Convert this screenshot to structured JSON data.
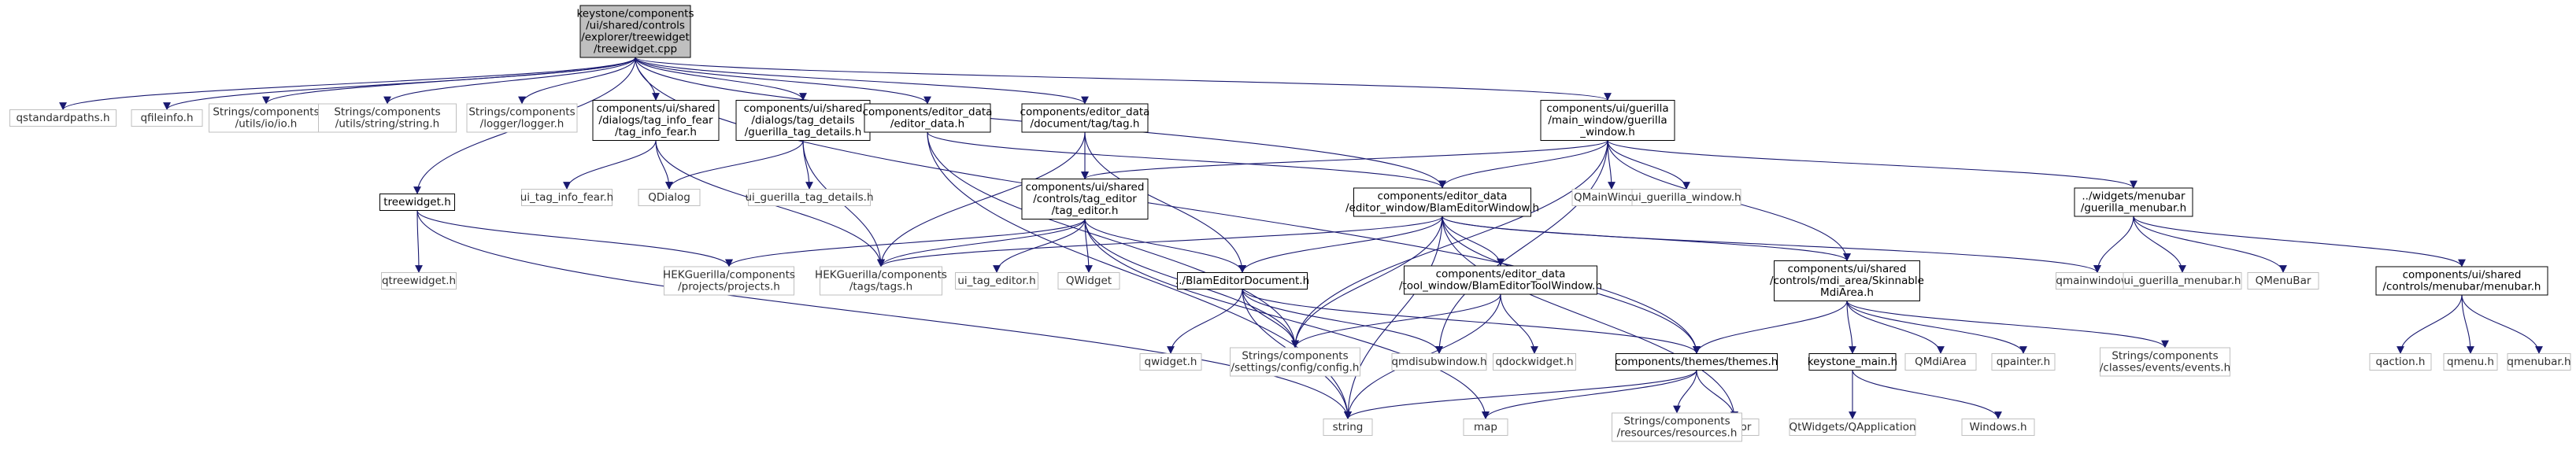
{
  "root": "keystone/components/ui/shared/controls/explorer/treewidget/treewidget.cpp",
  "nodes": [
    {
      "id": "root",
      "lines": [
        "keystone/components",
        "/ui/shared/controls",
        "/explorer/treewidget",
        "/treewidget.cpp"
      ],
      "style": "root"
    },
    {
      "id": "qstandardpaths",
      "lines": [
        "qstandardpaths.h"
      ],
      "style": "ext"
    },
    {
      "id": "qfileinfo",
      "lines": [
        "qfileinfo.h"
      ],
      "style": "ext"
    },
    {
      "id": "io",
      "lines": [
        "Strings/components",
        "/utils/io/io.h"
      ],
      "style": "ext"
    },
    {
      "id": "stringh",
      "lines": [
        "Strings/components",
        "/utils/string/string.h"
      ],
      "style": "ext"
    },
    {
      "id": "logger",
      "lines": [
        "Strings/components",
        "/logger/logger.h"
      ],
      "style": "ext"
    },
    {
      "id": "taginfofear",
      "lines": [
        "components/ui/shared",
        "/dialogs/tag_info_fear",
        "/tag_info_fear.h"
      ],
      "style": "file"
    },
    {
      "id": "tagdetails",
      "lines": [
        "components/ui/shared",
        "/dialogs/tag_details",
        "/guerilla_tag_details.h"
      ],
      "style": "file"
    },
    {
      "id": "editordata",
      "lines": [
        "components/editor_data",
        "/editor_data.h"
      ],
      "style": "file"
    },
    {
      "id": "tagh",
      "lines": [
        "components/editor_data",
        "/document/tag/tag.h"
      ],
      "style": "file"
    },
    {
      "id": "guerillamain",
      "lines": [
        "components/ui/guerilla",
        "/main_window/guerilla",
        "_window.h"
      ],
      "style": "file"
    },
    {
      "id": "treewidgeth",
      "lines": [
        "treewidget.h"
      ],
      "style": "file"
    },
    {
      "id": "uitaginfofear",
      "lines": [
        "ui_tag_info_fear.h"
      ],
      "style": "ext"
    },
    {
      "id": "qdialog",
      "lines": [
        "QDialog"
      ],
      "style": "ext"
    },
    {
      "id": "uiguerillatagdetails",
      "lines": [
        "ui_guerilla_tag_details.h"
      ],
      "style": "ext"
    },
    {
      "id": "tageditor",
      "lines": [
        "components/ui/shared",
        "/controls/tag_editor",
        "/tag_editor.h"
      ],
      "style": "file"
    },
    {
      "id": "blameditorwindow",
      "lines": [
        "components/editor_data",
        "/editor_window/BlamEditorWindow.h"
      ],
      "style": "file"
    },
    {
      "id": "qmainwindowcap",
      "lines": [
        "QMainWindow"
      ],
      "style": "ext"
    },
    {
      "id": "uiguerillawindow",
      "lines": [
        "ui_guerilla_window.h"
      ],
      "style": "ext"
    },
    {
      "id": "menubar",
      "lines": [
        "../widgets/menubar",
        "/guerilla_menubar.h"
      ],
      "style": "file"
    },
    {
      "id": "qtreewidget",
      "lines": [
        "qtreewidget.h"
      ],
      "style": "ext"
    },
    {
      "id": "projects",
      "lines": [
        "HEKGuerilla/components",
        "/projects/projects.h"
      ],
      "style": "ext"
    },
    {
      "id": "tags",
      "lines": [
        "HEKGuerilla/components",
        "/tags/tags.h"
      ],
      "style": "ext"
    },
    {
      "id": "uitageditor",
      "lines": [
        "ui_tag_editor.h"
      ],
      "style": "ext"
    },
    {
      "id": "qwidgetcap",
      "lines": [
        "QWidget"
      ],
      "style": "ext"
    },
    {
      "id": "blameditordocument",
      "lines": [
        "../BlamEditorDocument.h"
      ],
      "style": "file"
    },
    {
      "id": "toolwindow",
      "lines": [
        "components/editor_data",
        "/tool_window/BlamEditorToolWindow.h"
      ],
      "style": "file"
    },
    {
      "id": "skinnable",
      "lines": [
        "components/ui/shared",
        "/controls/mdi_area/Skinnable",
        "MdiArea.h"
      ],
      "style": "file"
    },
    {
      "id": "qmainwindow",
      "lines": [
        "qmainwindow.h"
      ],
      "style": "ext"
    },
    {
      "id": "uiguerillamenubar",
      "lines": [
        "ui_guerilla_menubar.h"
      ],
      "style": "ext"
    },
    {
      "id": "qmenubarcap",
      "lines": [
        "QMenuBar"
      ],
      "style": "ext"
    },
    {
      "id": "controlsmenubar",
      "lines": [
        "components/ui/shared",
        "/controls/menubar/menubar.h"
      ],
      "style": "file"
    },
    {
      "id": "qwidget",
      "lines": [
        "qwidget.h"
      ],
      "style": "ext"
    },
    {
      "id": "config",
      "lines": [
        "Strings/components",
        "/settings/config/config.h"
      ],
      "style": "ext"
    },
    {
      "id": "qmdisubwindow",
      "lines": [
        "qmdisubwindow.h"
      ],
      "style": "ext"
    },
    {
      "id": "qdockwidget",
      "lines": [
        "qdockwidget.h"
      ],
      "style": "ext"
    },
    {
      "id": "themes",
      "lines": [
        "components/themes/themes.h"
      ],
      "style": "file"
    },
    {
      "id": "keystonemain",
      "lines": [
        "keystone_main.h"
      ],
      "style": "file"
    },
    {
      "id": "qmdiarea",
      "lines": [
        "QMdiArea"
      ],
      "style": "ext"
    },
    {
      "id": "qpainter",
      "lines": [
        "qpainter.h"
      ],
      "style": "ext"
    },
    {
      "id": "events",
      "lines": [
        "Strings/components",
        "/classes/events/events.h"
      ],
      "style": "ext"
    },
    {
      "id": "qaction",
      "lines": [
        "qaction.h"
      ],
      "style": "ext"
    },
    {
      "id": "qmenu",
      "lines": [
        "qmenu.h"
      ],
      "style": "ext"
    },
    {
      "id": "qmenubar",
      "lines": [
        "qmenubar.h"
      ],
      "style": "ext"
    },
    {
      "id": "string",
      "lines": [
        "string"
      ],
      "style": "ext"
    },
    {
      "id": "map",
      "lines": [
        "map"
      ],
      "style": "ext"
    },
    {
      "id": "vector",
      "lines": [
        "vector"
      ],
      "style": "ext"
    },
    {
      "id": "resources",
      "lines": [
        "Strings/components",
        "/resources/resources.h"
      ],
      "style": "ext"
    },
    {
      "id": "qapplication",
      "lines": [
        "QtWidgets/QApplication"
      ],
      "style": "ext"
    },
    {
      "id": "windows",
      "lines": [
        "Windows.h"
      ],
      "style": "ext"
    }
  ],
  "edges": [
    [
      "root",
      "qstandardpaths"
    ],
    [
      "root",
      "qfileinfo"
    ],
    [
      "root",
      "io"
    ],
    [
      "root",
      "stringh"
    ],
    [
      "root",
      "logger"
    ],
    [
      "root",
      "taginfofear"
    ],
    [
      "root",
      "tagdetails"
    ],
    [
      "root",
      "editordata"
    ],
    [
      "root",
      "tagh"
    ],
    [
      "root",
      "guerillamain"
    ],
    [
      "root",
      "treewidgeth"
    ],
    [
      "root",
      "blameditorwindow"
    ],
    [
      "root",
      "themes"
    ],
    [
      "taginfofear",
      "uitaginfofear"
    ],
    [
      "taginfofear",
      "qdialog"
    ],
    [
      "taginfofear",
      "tags"
    ],
    [
      "tagdetails",
      "qdialog"
    ],
    [
      "tagdetails",
      "uiguerillatagdetails"
    ],
    [
      "tagdetails",
      "tags"
    ],
    [
      "editordata",
      "blameditorwindow"
    ],
    [
      "editordata",
      "string"
    ],
    [
      "editordata",
      "config"
    ],
    [
      "tagh",
      "tageditor"
    ],
    [
      "tagh",
      "blameditordocument"
    ],
    [
      "tagh",
      "tags"
    ],
    [
      "guerillamain",
      "tageditor"
    ],
    [
      "guerillamain",
      "blameditorwindow"
    ],
    [
      "guerillamain",
      "qmainwindowcap"
    ],
    [
      "guerillamain",
      "uiguerillawindow"
    ],
    [
      "guerillamain",
      "menubar"
    ],
    [
      "guerillamain",
      "config"
    ],
    [
      "guerillamain",
      "skinnable"
    ],
    [
      "guerillamain",
      "qmdisubwindow"
    ],
    [
      "treewidgeth",
      "qtreewidget"
    ],
    [
      "treewidgeth",
      "projects"
    ],
    [
      "treewidgeth",
      "string"
    ],
    [
      "tageditor",
      "projects"
    ],
    [
      "tageditor",
      "tags"
    ],
    [
      "tageditor",
      "uitageditor"
    ],
    [
      "tageditor",
      "qwidgetcap"
    ],
    [
      "tageditor",
      "blameditordocument"
    ],
    [
      "tageditor",
      "config"
    ],
    [
      "tageditor",
      "map"
    ],
    [
      "blameditorwindow",
      "tags"
    ],
    [
      "blameditorwindow",
      "blameditordocument"
    ],
    [
      "blameditorwindow",
      "toolwindow"
    ],
    [
      "blameditorwindow",
      "skinnable"
    ],
    [
      "blameditorwindow",
      "qmainwindow"
    ],
    [
      "blameditorwindow",
      "config"
    ],
    [
      "blameditorwindow",
      "themes"
    ],
    [
      "blameditorwindow",
      "string"
    ],
    [
      "blameditorwindow",
      "vector"
    ],
    [
      "menubar",
      "qmainwindow"
    ],
    [
      "menubar",
      "uiguerillamenubar"
    ],
    [
      "menubar",
      "qmenubarcap"
    ],
    [
      "menubar",
      "controlsmenubar"
    ],
    [
      "blameditordocument",
      "qwidget"
    ],
    [
      "blameditordocument",
      "config"
    ],
    [
      "blameditordocument",
      "qmdisubwindow"
    ],
    [
      "blameditordocument",
      "themes"
    ],
    [
      "blameditordocument",
      "string"
    ],
    [
      "toolwindow",
      "qdockwidget"
    ],
    [
      "toolwindow",
      "config"
    ],
    [
      "toolwindow",
      "string"
    ],
    [
      "skinnable",
      "themes"
    ],
    [
      "skinnable",
      "keystonemain"
    ],
    [
      "skinnable",
      "qmdiarea"
    ],
    [
      "skinnable",
      "qpainter"
    ],
    [
      "skinnable",
      "events"
    ],
    [
      "controlsmenubar",
      "qaction"
    ],
    [
      "controlsmenubar",
      "qmenu"
    ],
    [
      "controlsmenubar",
      "qmenubar"
    ],
    [
      "themes",
      "string"
    ],
    [
      "themes",
      "map"
    ],
    [
      "themes",
      "vector"
    ],
    [
      "themes",
      "resources"
    ],
    [
      "keystonemain",
      "qapplication"
    ],
    [
      "keystonemain",
      "windows"
    ]
  ]
}
